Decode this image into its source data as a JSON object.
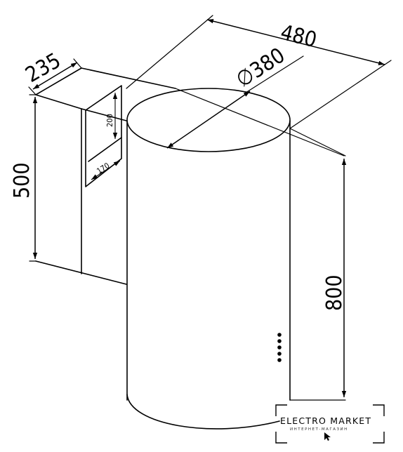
{
  "dimensions": {
    "width_top": "480",
    "depth_top": "235",
    "diameter": "∅380",
    "back_height": "500",
    "cylinder_height": "800",
    "cutout_height": "200",
    "cutout_width": "170"
  },
  "logo": {
    "title": "ELECTRO MARKET",
    "subtitle": "ИНТЕРНЕТ-МАГАЗИН"
  },
  "icons": [
    "cursor-icon",
    "control-buttons"
  ]
}
